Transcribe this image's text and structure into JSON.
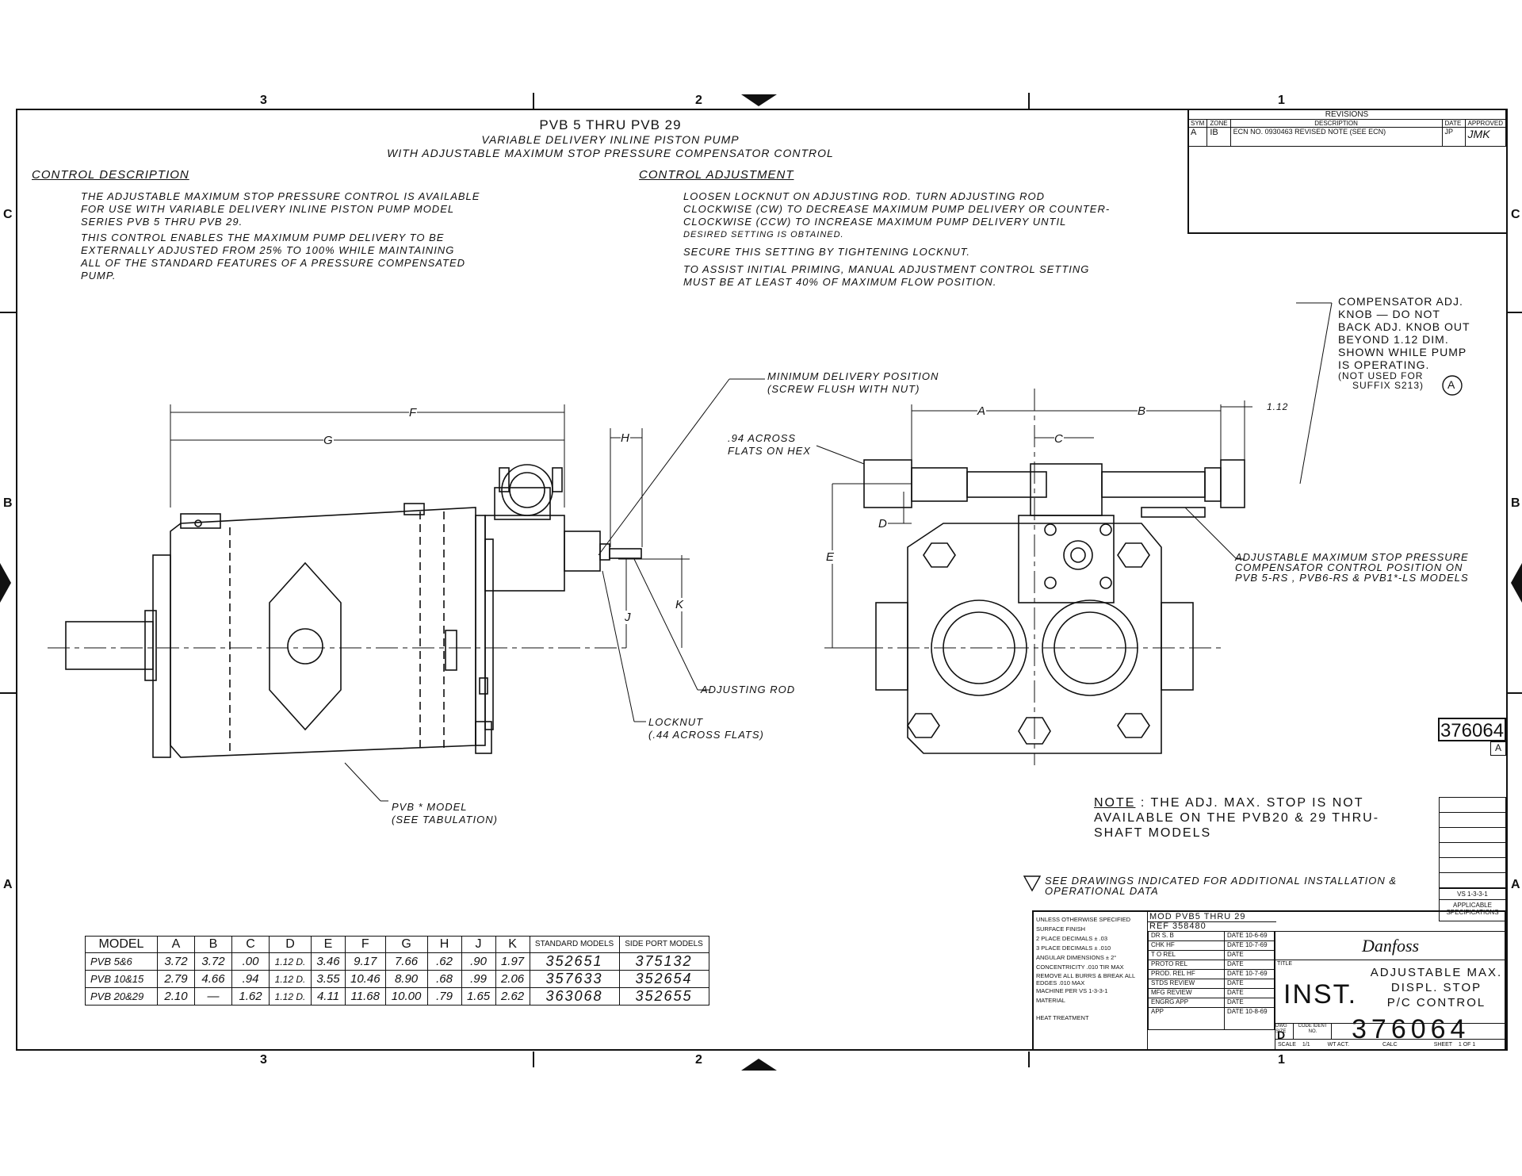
{
  "zones": {
    "top": [
      "3",
      "2",
      "1"
    ],
    "side": [
      "C",
      "B",
      "A"
    ]
  },
  "header": {
    "title": "PVB 5  THRU PVB 29",
    "line2": "VARIABLE DELIVERY INLINE PISTON PUMP",
    "line3": "WITH ADJUSTABLE MAXIMUM STOP PRESSURE COMPENSATOR CONTROL"
  },
  "control_description": {
    "heading": "CONTROL DESCRIPTION",
    "p1": [
      "THE ADJUSTABLE MAXIMUM STOP PRESSURE CONTROL IS AVAILABLE",
      "FOR USE WITH VARIABLE DELIVERY INLINE PISTON PUMP MODEL",
      "SERIES PVB 5 THRU PVB 29."
    ],
    "p2": [
      "THIS CONTROL ENABLES THE MAXIMUM PUMP DELIVERY TO BE",
      "EXTERNALLY ADJUSTED FROM 25% TO 100% WHILE MAINTAINING",
      "ALL OF THE STANDARD FEATURES OF A PRESSURE COMPENSATED",
      "PUMP."
    ]
  },
  "control_adjustment": {
    "heading": "CONTROL ADJUSTMENT",
    "p1": [
      "LOOSEN LOCKNUT ON ADJUSTING ROD.      TURN ADJUSTING ROD",
      "CLOCKWISE (CW) TO DECREASE MAXIMUM PUMP DELIVERY OR COUNTER-",
      "CLOCKWISE (CCW) TO INCREASE MAXIMUM PUMP DELIVERY UNTIL",
      "DESIRED SETTING IS OBTAINED."
    ],
    "p2": "SECURE THIS SETTING BY TIGHTENING LOCKNUT.",
    "p3": [
      "TO ASSIST INITIAL PRIMING, MANUAL ADJUSTMENT CONTROL SETTING",
      "MUST BE AT LEAST 40% OF MAXIMUM FLOW POSITION."
    ]
  },
  "revisions": {
    "title": "REVISIONS",
    "headers": [
      "SYM",
      "ZONE",
      "DESCRIPTION",
      "DATE",
      "APPROVED"
    ],
    "rows": [
      [
        "A",
        "IB",
        "ECN NO. 0930463 REVISED NOTE (SEE ECN)",
        "JP",
        "JMK"
      ]
    ]
  },
  "callouts": {
    "min_delivery": [
      "MINIMUM DELIVERY POSITION",
      "(SCREW FLUSH WITH NUT)"
    ],
    "across_flats": [
      ".94 ACROSS",
      "FLATS ON HEX"
    ],
    "adjusting_rod": "ADJUSTING ROD",
    "locknut": [
      "LOCKNUT",
      "(.44 ACROSS FLATS)"
    ],
    "pvb_model": [
      "PVB * MODEL",
      "(SEE TABULATION)"
    ],
    "compensator": [
      "COMPENSATOR ADJ.",
      "KNOB — DO NOT",
      "BACK ADJ. KNOB OUT",
      "BEYOND 1.12 DIM.",
      "SHOWN WHILE PUMP",
      "IS OPERATING.",
      "(NOT USED FOR",
      "SUFFIX S213)"
    ],
    "compensator_sym": "A",
    "adj_max_stop": [
      "ADJUSTABLE MAXIMUM STOP PRESSURE",
      "COMPENSATOR CONTROL POSITION ON",
      "PVB 5-RS , PVB6-RS & PVB1*-LS MODELS"
    ],
    "dim_1_12": "1.12"
  },
  "dims": {
    "F": "F",
    "G": "G",
    "H": "H",
    "J": "J",
    "K": "K",
    "A": "A",
    "B": "B",
    "C": "C",
    "D": "D",
    "E": "E"
  },
  "note": {
    "label": "NOTE",
    "lines": [
      " : THE ADJ. MAX. STOP IS NOT",
      "AVAILABLE ON THE PVB20 & 29 THRU-",
      "SHAFT MODELS"
    ]
  },
  "see_drawings": [
    "SEE DRAWINGS INDICATED FOR ADDITIONAL INSTALLATION &",
    "OPERATIONAL DATA"
  ],
  "tabulation": {
    "headers": [
      "MODEL",
      "A",
      "B",
      "C",
      "D",
      "E",
      "F",
      "G",
      "H",
      "J",
      "K",
      "STANDARD MODELS",
      "SIDE PORT MODELS"
    ],
    "rows": [
      [
        "PVB 5&6",
        "3.72",
        "3.72",
        ".00",
        "1.12 D.",
        "3.46",
        "9.17",
        "7.66",
        ".62",
        ".90",
        "1.97",
        "352651",
        "375132"
      ],
      [
        "PVB 10&15",
        "2.79",
        "4.66",
        ".94",
        "1.12 D.",
        "3.55",
        "10.46",
        "8.90",
        ".68",
        ".99",
        "2.06",
        "357633",
        "352654"
      ],
      [
        "PVB 20&29",
        "2.10",
        "—",
        "1.62",
        "1.12 D.",
        "4.11",
        "11.68",
        "10.00",
        ".79",
        "1.65",
        "2.62",
        "363068",
        "352655"
      ]
    ]
  },
  "drawing_number_box": {
    "number": "376064",
    "rev": "A"
  },
  "title_block": {
    "mod": "MOD  PVB5 THRU 29",
    "ref": "REF  358480",
    "spec_lines": [
      "UNLESS OTHERWISE SPECIFIED",
      "SURFACE FINISH",
      "2 PLACE DECIMALS ± .03",
      "3 PLACE DECIMALS ± .010",
      "ANGULAR DIMENSIONS ± 2°",
      "CONCENTRICITY .010 TIR MAX",
      "REMOVE ALL BURRS & BREAK ALL EDGES .010 MAX",
      "MACHINE PER VS 1-3-3-1",
      "MATERIAL",
      "HEAT TREATMENT"
    ],
    "sign_rows": [
      [
        "DR  S. B",
        "DATE 10-6-69"
      ],
      [
        "CHK  HF",
        "DATE 10-7-69"
      ],
      [
        "T O REL",
        "DATE"
      ],
      [
        "PROTO REL",
        "DATE"
      ],
      [
        "PROD. REL  HF",
        "DATE 10-7-69"
      ],
      [
        "STDS REVIEW",
        "DATE"
      ],
      [
        "MFG REVIEW",
        "DATE"
      ],
      [
        "ENGRG APP",
        "DATE"
      ],
      [
        "APP",
        "DATE 10-8-69"
      ]
    ],
    "brand": "Danfoss",
    "title_label": "TITLE",
    "inst": "INST.",
    "title_lines": [
      "ADJUSTABLE MAX.",
      "DISPL. STOP",
      "P/C CONTROL"
    ],
    "dwg_size_label": "DWG SIZE",
    "dwg_size": "D",
    "code_label": "CODE IDENT NO.",
    "number": "376064",
    "scale_label": "SCALE",
    "scale": "1/1",
    "wt_label": "WT ACT.",
    "calc_label": "CALC",
    "sheet_label": "SHEET",
    "sheet": "1 OF 1",
    "applicable": "APPLICABLE SPECIFICATIONS",
    "vs": "VS 1-3-3-1"
  }
}
